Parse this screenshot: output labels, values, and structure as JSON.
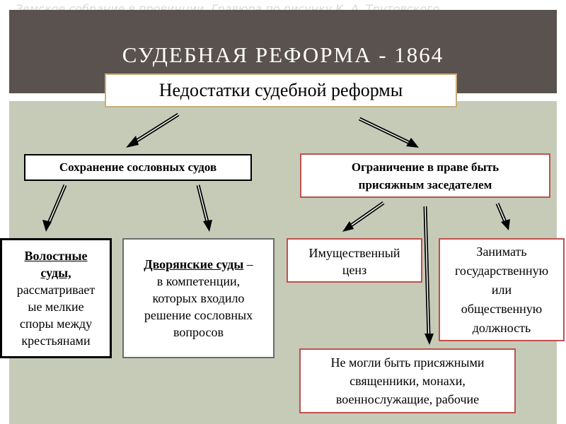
{
  "caption": "Земское собрание в провинции. Гравюра по рисунку К. А. Трутовского.",
  "title": "СУДЕБНАЯ РЕФОРМА - 1864",
  "main_box": {
    "label": "Недостатки судебной реформы"
  },
  "branch_left": {
    "label": "Сохранение сословных судов",
    "children": {
      "volost": {
        "heading_1": "Волостные",
        "heading_2": "суды,",
        "lines": [
          "рассматривает",
          "ые мелкие",
          "споры между",
          "крестьянами"
        ]
      },
      "dvor": {
        "heading": "Дворянские суды",
        "dash": " –",
        "lines": [
          "в компетенции,",
          "которых входило",
          "решение сословных",
          "вопросов"
        ]
      }
    }
  },
  "branch_right": {
    "lines": [
      "Ограничение в праве быть",
      "присяжным заседателем"
    ],
    "children": {
      "imush": {
        "lines": [
          "Имущественный",
          "ценз"
        ]
      },
      "zanim": {
        "lines": [
          "Занимать",
          "государственную",
          "или",
          "общественную",
          "должность"
        ]
      },
      "nemog": {
        "lines": [
          "Не могли быть присяжными",
          "священники, монахи,",
          "военнослужащие, рабочие"
        ]
      }
    }
  },
  "colors": {
    "title_bar": "#5a524e",
    "content_bg": "#c6cbb8",
    "main_border": "#c9ad7a",
    "red_border": "#c0504d",
    "black_border": "#000000"
  }
}
